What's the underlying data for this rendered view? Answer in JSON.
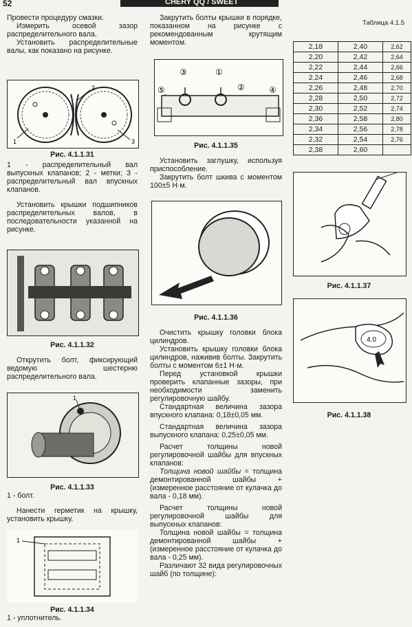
{
  "header": {
    "page_number": "52",
    "title": "CHERY QQ / SWEET"
  },
  "left": {
    "p1": "Провести процедуру смазки.",
    "p2": "Измерить осевой зазор распределительного вала.",
    "p3": "Установить распределительные валы, как показано на рисунке.",
    "fig31": {
      "caption": "Рис. 4.1.1.31",
      "desc": "1 - распределительный вал выпускных клапанов; 2 - метки; 3 - распределительный вал впускных клапанов.",
      "labels": [
        "1",
        "2",
        "3"
      ]
    },
    "p4": "Установить крышки подшипников распределительных валов, в последовательности указанной на рисунке.",
    "fig32": {
      "caption": "Рис. 4.1.1.32"
    },
    "p5": "Открутить болт, фиксирующий ведомую шестерню распределительного вала.",
    "fig33": {
      "caption": "Рис. 4.1.1.33",
      "desc": "1 - болт.",
      "labels": [
        "1"
      ]
    },
    "p6": "Нанести герметик на крышку, установить крышку.",
    "fig34": {
      "caption": "Рис. 4.1.1.34",
      "desc": "1 - уплотнитель.",
      "labels": [
        "1"
      ]
    }
  },
  "mid": {
    "p1": "Закрутить болты крышки в порядке, показанном на рисунке с рекомендованным крутящим моментом.",
    "fig35": {
      "caption": "Рис. 4.1.1.35",
      "labels": [
        "③",
        "①",
        "②",
        "④",
        "⑤"
      ]
    },
    "p2": "Установить заглушку, используя приспособление.",
    "p3": "Закрутить болт шкива с моментом 100±5 Н·м.",
    "fig36": {
      "caption": "Рис. 4.1.1.36"
    },
    "p4": "Очистить крышку головки блока цилиндров.",
    "p5": "Установить крышку головки блока цилиндров, наживив болты. Закрутить болты с моментом 6±1 Н·м.",
    "p6": "Перед установкой крышки проверить клапанные зазоры, при необходимости заменить регулировочную шайбу.",
    "p7": "Стандартная величина зазора впускного клапана: 0,18±0,05 мм.",
    "p8": "Стандартная величина зазора выпускного клапана: 0,25±0,05 мм.",
    "p9": "Расчет толщины новой регулировочной шайбы для впускных клапанов:",
    "p10_italic": "Толщина новой шайбы",
    "p10_rest": " = толщина демонтированной шайбы + (измеренное расстояние от кулачка до вала - 0,18 мм).",
    "p11": "Расчет толщины новой регулировочной шайбы для выпускных клапанов:",
    "p12": "Толщина новой шайбы = толщина демонтированной шайбы + (измеренное расстояние от кулачка до вала - 0,25 мм).",
    "p13": "Различают 32 вида регулировочных шайб (по толщине):"
  },
  "right": {
    "table_label": "Таблица 4.1.5",
    "table_rows": [
      [
        "2,18",
        "2,40",
        "2,62"
      ],
      [
        "2,20",
        "2,42",
        "2,64"
      ],
      [
        "2,22",
        "2,44",
        "2,66"
      ],
      [
        "2,24",
        "2,46",
        "2,68"
      ],
      [
        "2,26",
        "2,48",
        "2,70"
      ],
      [
        "2,28",
        "2,50",
        "2,72"
      ],
      [
        "2,30",
        "2,52",
        "2,74"
      ],
      [
        "2,36",
        "2,58",
        "2,80"
      ],
      [
        "2,34",
        "2,56",
        "2,78"
      ],
      [
        "2,32",
        "2,54",
        "2,76"
      ],
      [
        "2,38",
        "2,60",
        ""
      ]
    ],
    "fig37": {
      "caption": "Рис. 4.1.1.37"
    },
    "fig38": {
      "caption": "Рис. 4.1.1.38",
      "shim_text": "4.0"
    }
  }
}
